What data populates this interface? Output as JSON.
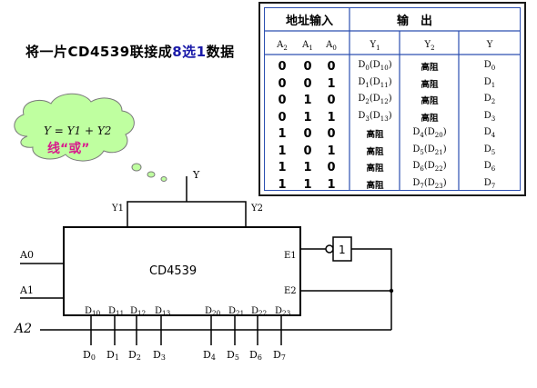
{
  "title": {
    "prefix": "将一片CD4539联接成",
    "highlight": "8选1",
    "suffix": "数据"
  },
  "table": {
    "group_headers": {
      "address": "地址输入",
      "output": "输　出"
    },
    "columns": [
      {
        "base": "A",
        "sub": "2"
      },
      {
        "base": "A",
        "sub": "1"
      },
      {
        "base": "A",
        "sub": "0"
      },
      {
        "base": "Y",
        "sub": "1"
      },
      {
        "base": "Y",
        "sub": "2"
      },
      {
        "base": "Y",
        "sub": ""
      }
    ],
    "rows": [
      {
        "a2": "0",
        "a1": "0",
        "a0": "0",
        "y1": "D0(D10)",
        "y2": "高阻",
        "y": "D0"
      },
      {
        "a2": "0",
        "a1": "0",
        "a0": "1",
        "y1": "D1(D11)",
        "y2": "高阻",
        "y": "D1"
      },
      {
        "a2": "0",
        "a1": "1",
        "a0": "0",
        "y1": "D2(D12)",
        "y2": "高阻",
        "y": "D2"
      },
      {
        "a2": "0",
        "a1": "1",
        "a0": "1",
        "y1": "D3(D13)",
        "y2": "高阻",
        "y": "D3"
      },
      {
        "a2": "1",
        "a1": "0",
        "a0": "0",
        "y1": "高阻",
        "y2": "D4(D20)",
        "y": "D4"
      },
      {
        "a2": "1",
        "a1": "0",
        "a0": "1",
        "y1": "高阻",
        "y2": "D5(D21)",
        "y": "D5"
      },
      {
        "a2": "1",
        "a1": "1",
        "a0": "0",
        "y1": "高阻",
        "y2": "D6(D22)",
        "y": "D6"
      },
      {
        "a2": "1",
        "a1": "1",
        "a0": "1",
        "y1": "高阻",
        "y2": "D7(D23)",
        "y": "D7"
      }
    ]
  },
  "callout": {
    "equation": "Y = Y1 + Y2",
    "caption": "线“或”"
  },
  "circuit": {
    "chip_label": "CD4539",
    "output_label": "Y",
    "y1_label": "Y1",
    "y2_label": "Y2",
    "a0_label": "A0",
    "a1_label": "A1",
    "a2_label": "A2",
    "e1_label": "E1",
    "e2_label": "E2",
    "inverter_label": "1",
    "top_pins": [
      "D10",
      "D11",
      "D12",
      "D13",
      "D20",
      "D21",
      "D22",
      "D23"
    ],
    "bottom_pins": [
      "D0",
      "D1",
      "D2",
      "D3",
      "D4",
      "D5",
      "D6",
      "D7"
    ]
  },
  "colors": {
    "callout_fill": "#bfffa0",
    "callout_text": "#d81b8c",
    "title_highlight": "#1a1aa8",
    "table_border": "#2c4fb0"
  }
}
